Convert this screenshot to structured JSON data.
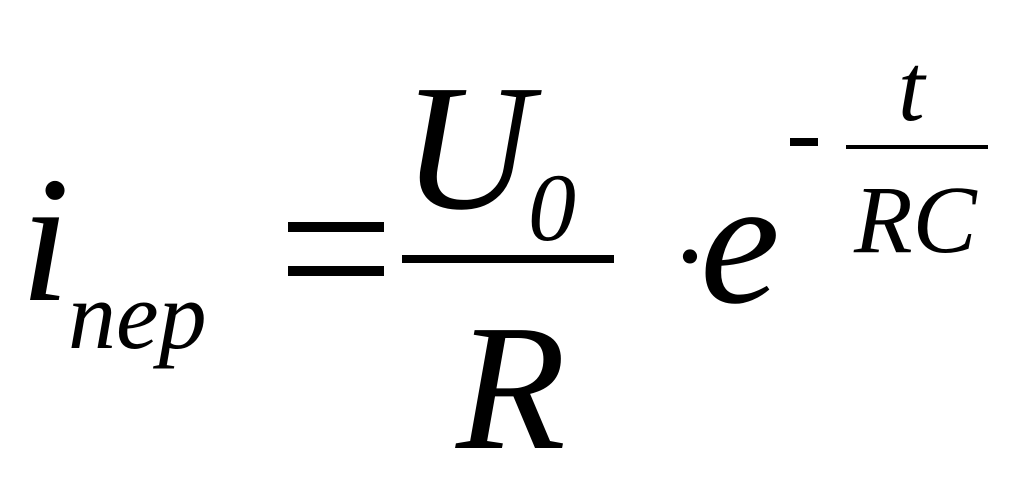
{
  "formula": {
    "lhs": {
      "symbol": "i",
      "subscript": "nep"
    },
    "fraction": {
      "numerator": "U",
      "numerator_subscript": "0",
      "denominator": "R"
    },
    "operator_multiply": "·",
    "base": "e",
    "exponent": {
      "numerator": "t",
      "denominator": "RC"
    }
  }
}
